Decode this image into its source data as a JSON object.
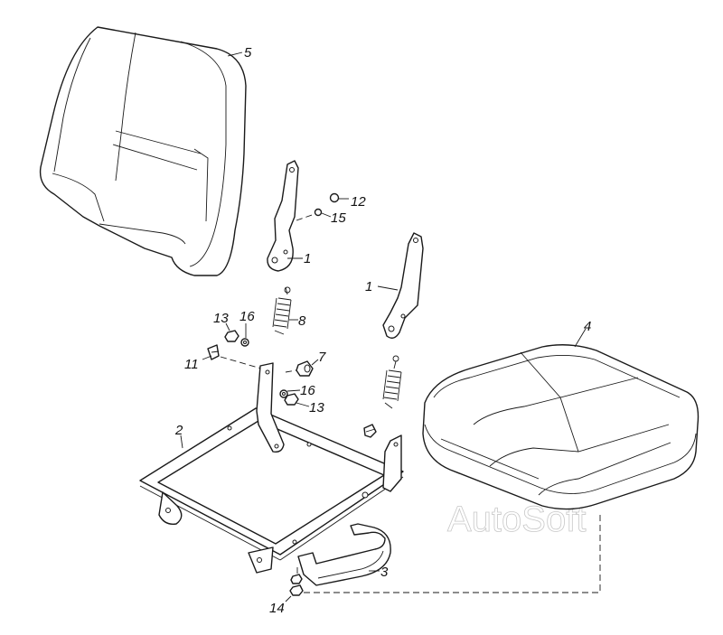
{
  "callouts": {
    "c1a": "1",
    "c1b": "1",
    "c2": "2",
    "c3": "3",
    "c4": "4",
    "c5": "5",
    "c7": "7",
    "c8": "8",
    "c11": "11",
    "c12": "12",
    "c13a": "13",
    "c13b": "13",
    "c14": "14",
    "c15": "15",
    "c16a": "16",
    "c16b": "16"
  },
  "watermark": "AutoSoft",
  "colors": {
    "line": "#1a1a1a",
    "background": "#ffffff",
    "watermark": "#c8c8c8"
  }
}
